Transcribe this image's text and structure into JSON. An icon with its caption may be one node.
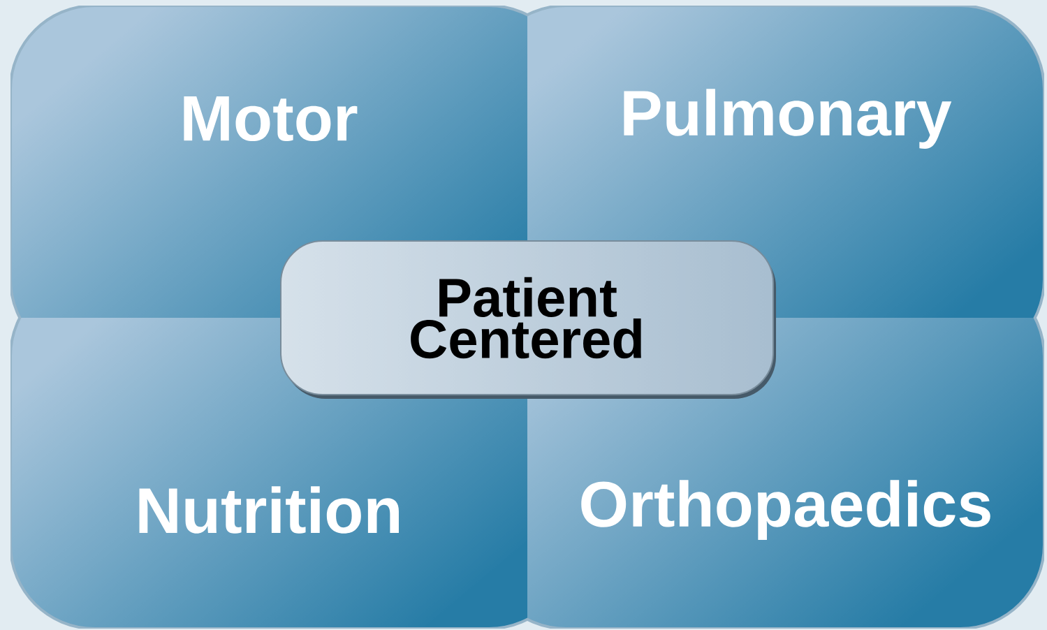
{
  "diagram": {
    "nodes": [
      {
        "text": [
          "Motor"
        ]
      },
      {
        "text": [
          "Pulmonary"
        ]
      },
      {
        "text": [
          "Nutrition"
        ]
      },
      {
        "text": [
          "Orthopaedics"
        ]
      },
      {
        "text": [
          "Patient Centered"
        ]
      }
    ]
  }
}
